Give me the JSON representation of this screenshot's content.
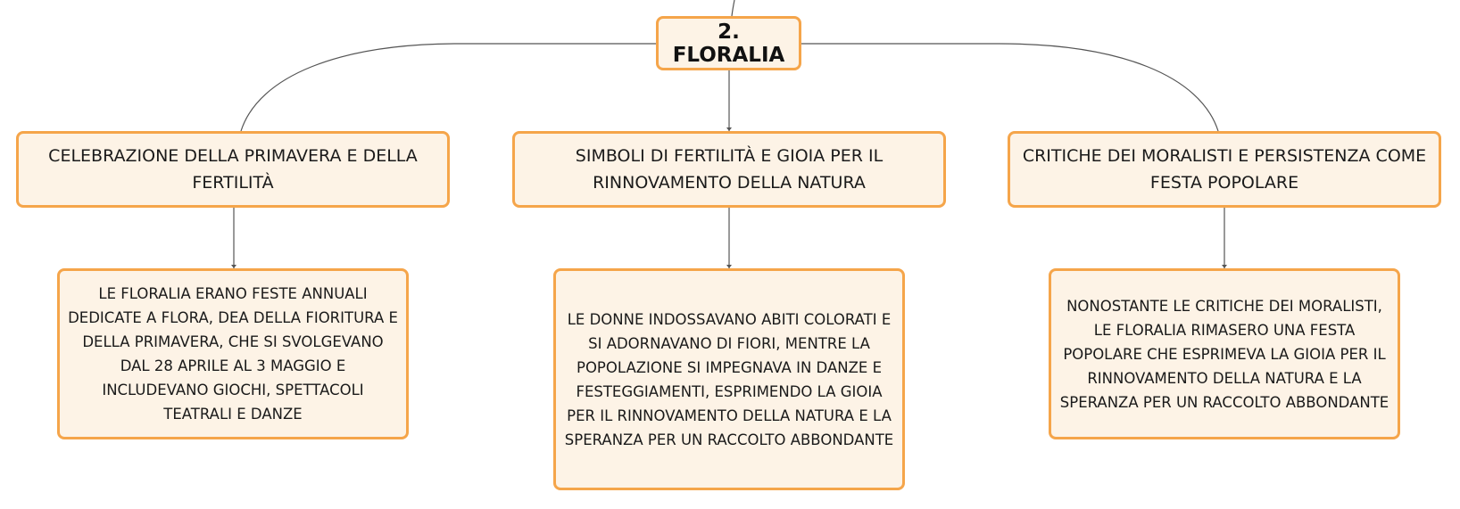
{
  "root": {
    "label": "2. FLORALIA"
  },
  "topics": [
    {
      "label": "CELEBRAZIONE DELLA PRIMAVERA E DELLA FERTILITÀ",
      "detail": "LE FLORALIA ERANO FESTE ANNUALI DEDICATE A FLORA, DEA DELLA FIORITURA E DELLA PRIMAVERA, CHE SI SVOLGEVANO DAL 28 APRILE AL 3 MAGGIO E INCLUDEVANO GIOCHI, SPETTACOLI TEATRALI E DANZE"
    },
    {
      "label": "SIMBOLI DI FERTILITÀ E GIOIA PER IL RINNOVAMENTO DELLA NATURA",
      "detail": "LE DONNE INDOSSAVANO ABITI COLORATI E SI ADORNAVANO DI FIORI, MENTRE LA POPOLAZIONE SI IMPEGNAVA IN DANZE E FESTEGGIAMENTI, ESPRIMENDO LA GIOIA PER IL RINNOVAMENTO DELLA NATURA E LA SPERANZA PER UN RACCOLTO ABBONDANTE"
    },
    {
      "label": "CRITICHE DEI MORALISTI E PERSISTENZA COME FESTA POPOLARE",
      "detail": "NONOSTANTE LE CRITICHE DEI MORALISTI, LE FLORALIA RIMASERO UNA FESTA POPOLARE CHE ESPRIMEVA LA GIOIA PER IL RINNOVAMENTO DELLA NATURA E LA SPERANZA PER UN RACCOLTO ABBONDANTE"
    }
  ],
  "colors": {
    "node_border": "#f5a54a",
    "node_fill": "#fdf3e6",
    "connector": "#555555"
  }
}
